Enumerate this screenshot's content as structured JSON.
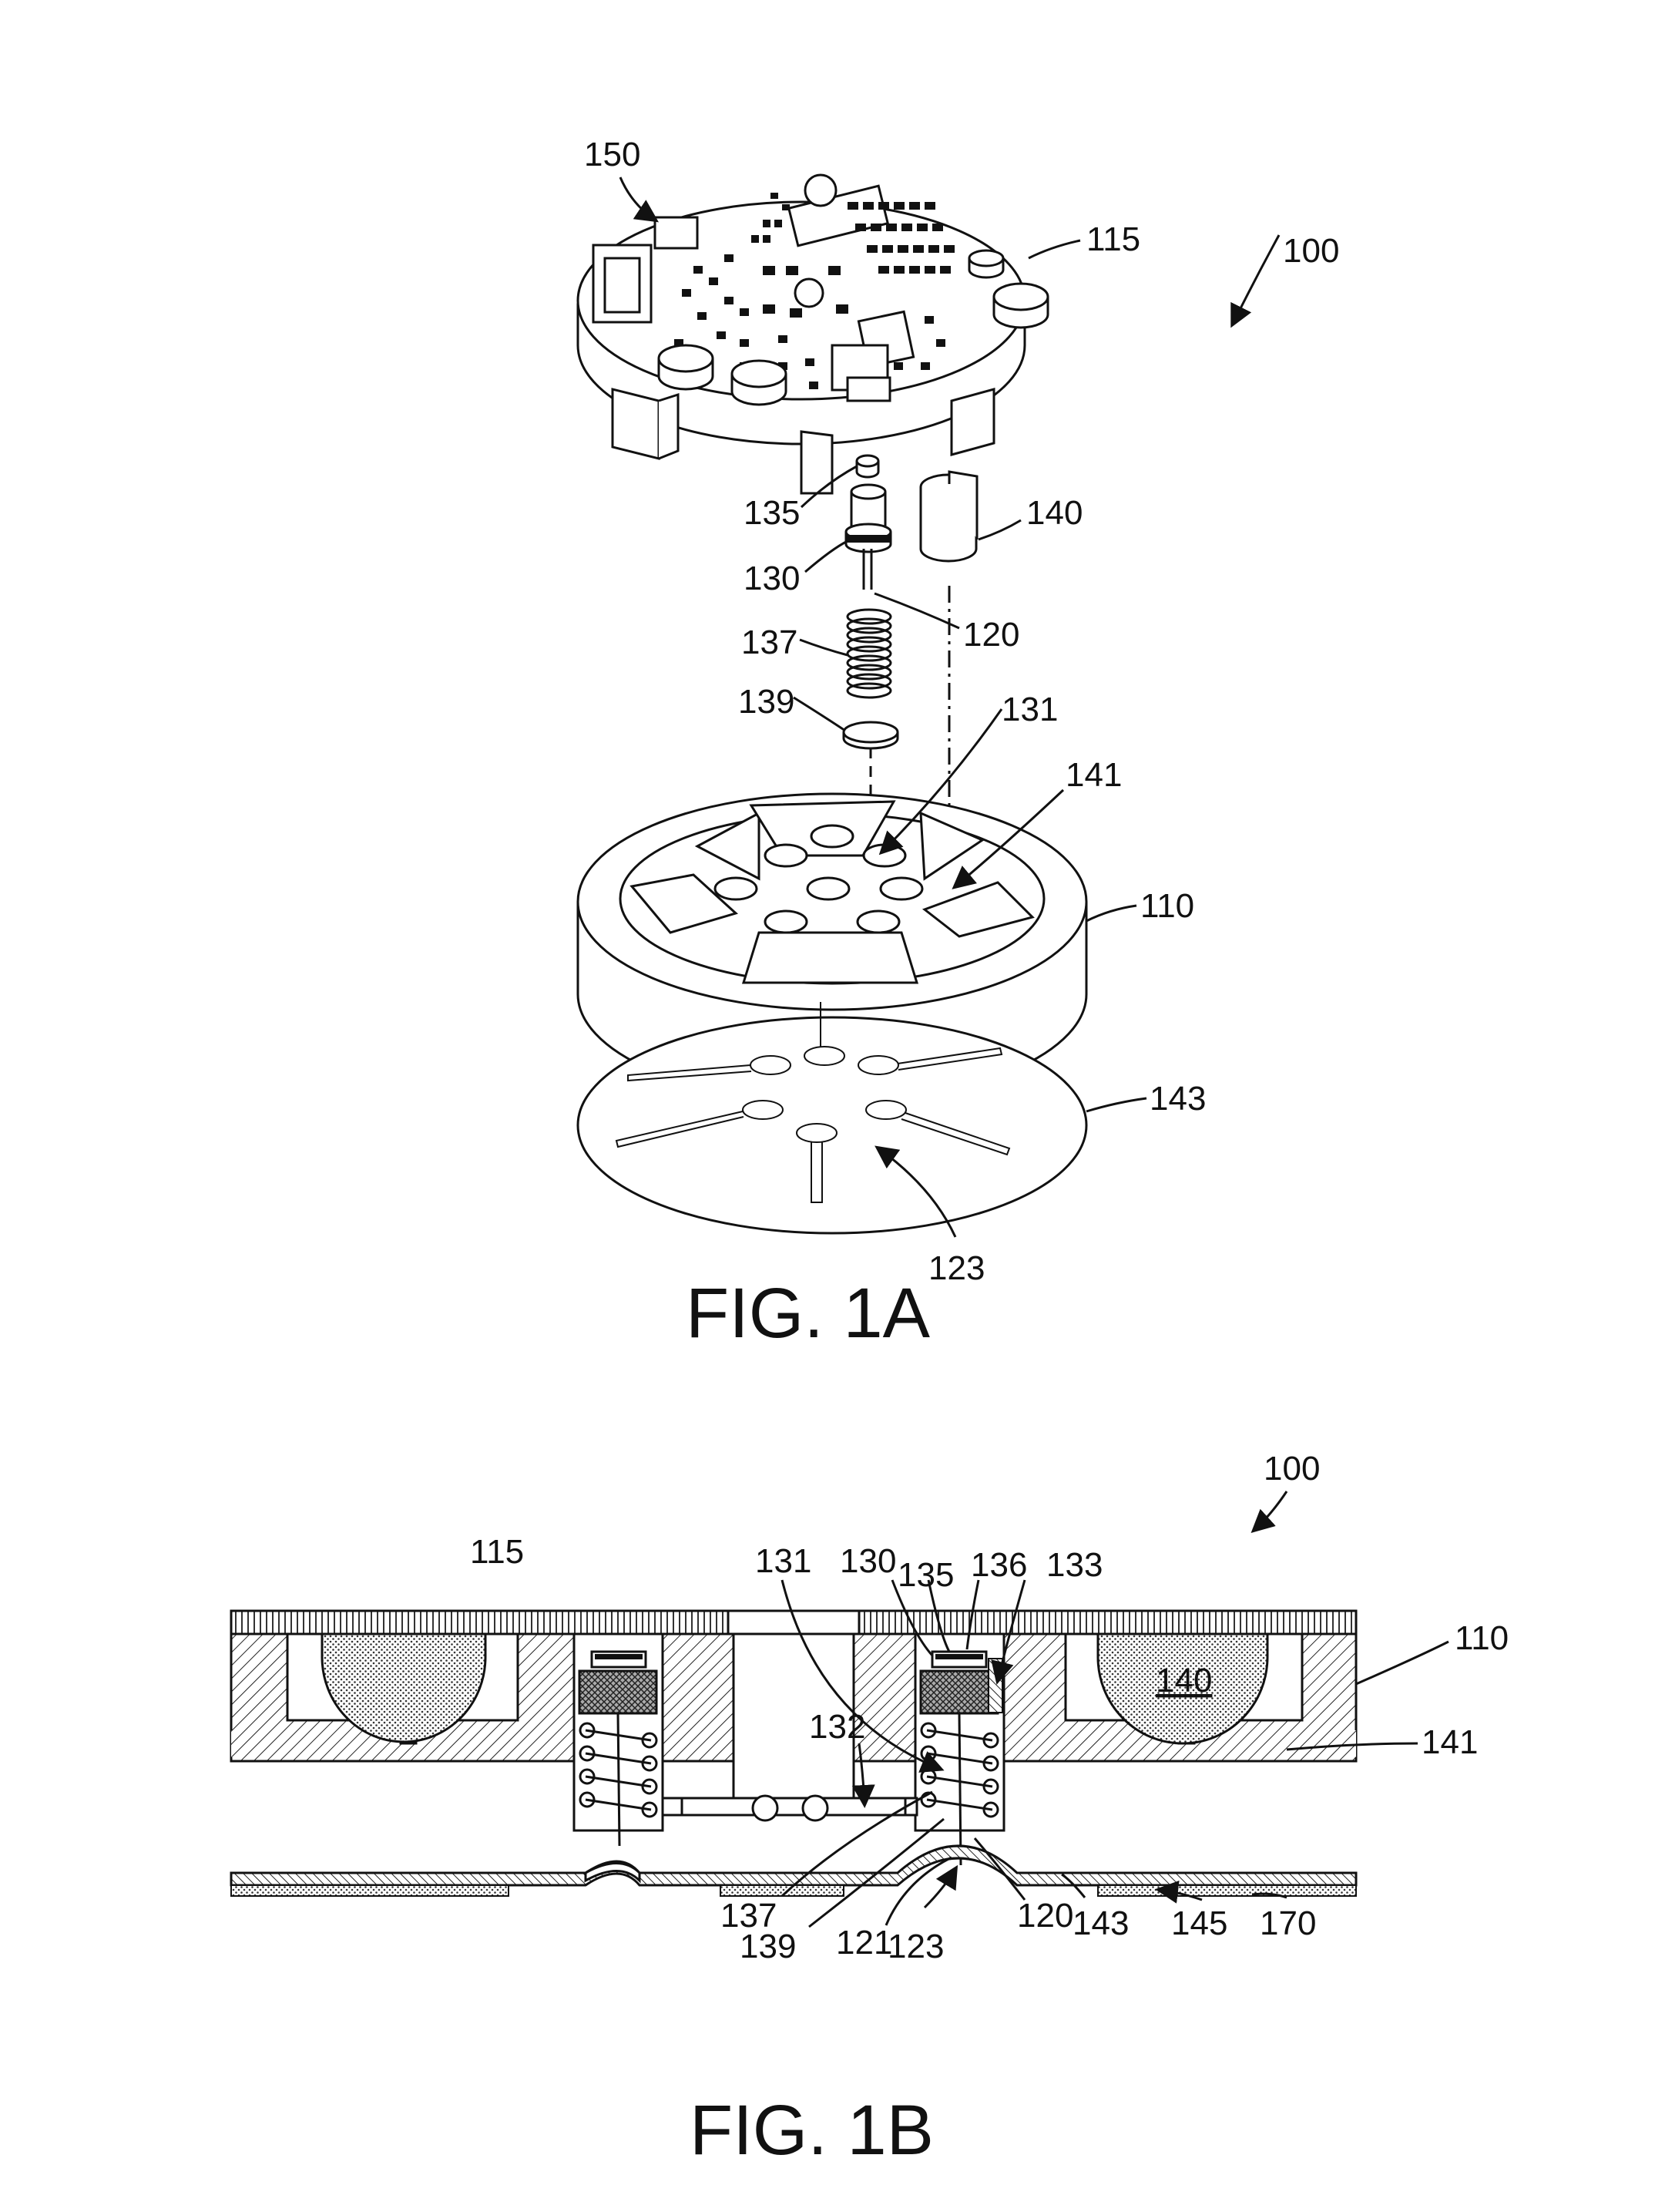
{
  "figures": [
    {
      "id": "fig-1a",
      "caption": "FIG. 1A",
      "assembly_label": "100",
      "labels": [
        "150",
        "115",
        "135",
        "140",
        "130",
        "120",
        "137",
        "139",
        "131",
        "141",
        "110",
        "143",
        "123"
      ]
    },
    {
      "id": "fig-1b",
      "caption": "FIG. 1B",
      "assembly_label": "100",
      "labels": [
        "115",
        "131",
        "130",
        "135",
        "136",
        "133",
        "110",
        "140",
        "141",
        "132",
        "137",
        "139",
        "121",
        "123",
        "120",
        "143",
        "145",
        "170"
      ]
    }
  ]
}
